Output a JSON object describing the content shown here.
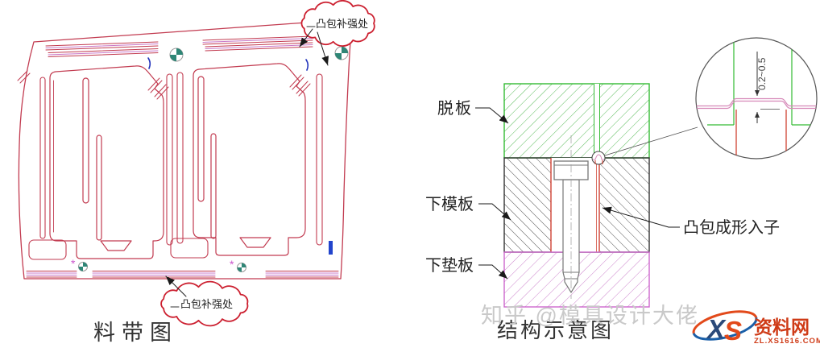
{
  "left": {
    "caption": "料带图",
    "cloud_top": "凸包补强处",
    "cloud_bottom": "凸包补强处"
  },
  "right": {
    "caption": "结构示意图",
    "label_stripper": "脱板",
    "label_lower_die": "下模板",
    "label_lower_backing": "下垫板",
    "label_insert": "凸包成形入子",
    "detail_dimension": "0.2~0.5"
  },
  "watermark": "知乎 @模具设计大佬",
  "logo": {
    "x": "X",
    "s": "S",
    "name": "资料网",
    "site": "ZL.XS1616.COM"
  },
  "colors": {
    "strip_red": "#c23b50",
    "slot_magenta": "#c878c8",
    "stripper_green": "#33bb33",
    "die_dark": "#444444",
    "backing_magenta": "#cc66cc",
    "insert_red": "#cc3322",
    "sheet_pink": "#d688b8",
    "pilot_teal": "#2e8676",
    "callout_red": "#cc2030",
    "blue_mark": "#2233bb",
    "label_text": "#222222",
    "watermark_gray": "#c9c9c9",
    "logo_red": "#cf3b17",
    "logo_blue": "#1a5fa8",
    "logo_orange": "#e2491a"
  }
}
